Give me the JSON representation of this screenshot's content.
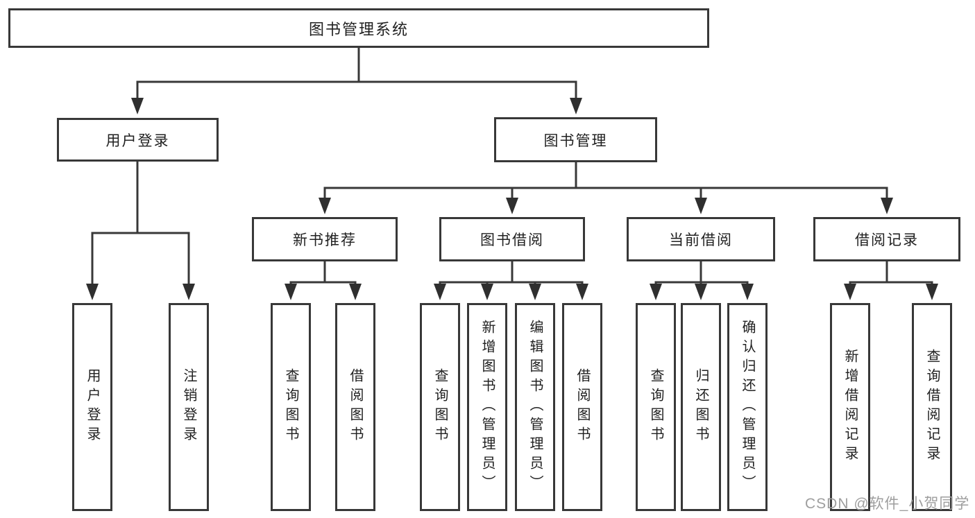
{
  "tree": {
    "root": {
      "label": "图书管理系统"
    },
    "branches": [
      {
        "label": "用户登录",
        "children": [
          {
            "label": "用户登录"
          },
          {
            "label": "注销登录"
          }
        ]
      },
      {
        "label": "图书管理",
        "children": [
          {
            "label": "新书推荐",
            "children": [
              {
                "label": "查询图书"
              },
              {
                "label": "借阅图书"
              }
            ]
          },
          {
            "label": "图书借阅",
            "children": [
              {
                "label": "查询图书"
              },
              {
                "label": "新增图书（管理员）"
              },
              {
                "label": "编辑图书（管理员）"
              },
              {
                "label": "借阅图书"
              }
            ]
          },
          {
            "label": "当前借阅",
            "children": [
              {
                "label": "查询图书"
              },
              {
                "label": "归还图书"
              },
              {
                "label": "确认归还（管理员）"
              }
            ]
          },
          {
            "label": "借阅记录",
            "children": [
              {
                "label": "新增借阅记录"
              },
              {
                "label": "查询借阅记录"
              }
            ]
          }
        ]
      }
    ]
  },
  "watermark": {
    "text": "CSDN @软件_小贺同学"
  },
  "colors": {
    "background": "#ffffff",
    "box_border": "#383838",
    "connector_line": "#383838",
    "arrowhead": "#2f2f2f",
    "text": "#212121",
    "watermark_text": "#9e9e9e"
  }
}
